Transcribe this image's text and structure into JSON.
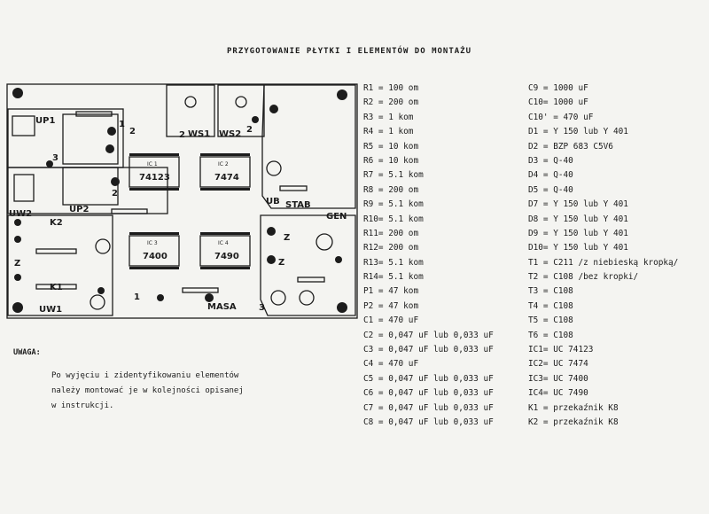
{
  "title": "PRZYGOTOWANIE PŁYTKI I ELEMENTÓW DO MONTAŻU",
  "parts_left": [
    "R1  = 100 om",
    "R2  = 200 om",
    "R3  =   1 kom",
    "R4  =   1 kom",
    "R5  =  10 kom",
    "R6  =  10 kom",
    "R7  = 5.1 kom",
    "R8  = 200 om",
    "R9  = 5.1 kom",
    "R10= 5.1 kom",
    "R11= 200 om",
    "R12= 200 om",
    "R13= 5.1 kom",
    "R14= 5.1 kom",
    "P1  =  47 kom",
    "P2  =  47 kom",
    "C1  = 470 uF",
    "C2  = 0,047 uF lub 0,033 uF",
    "C3  = 0,047 uF lub 0,033 uF",
    "C4  = 470 uF",
    "C5  = 0,047 uF lub 0,033 uF",
    "C6  = 0,047 uF lub 0,033 uF",
    "C7  = 0,047 uF lub 0,033 uF",
    "C8  = 0,047 uF lub 0,033 uF"
  ],
  "parts_right": [
    "C9  = 1000 uF",
    "C10= 1000 uF",
    "C10' = 470 uF",
    "D1  = Y 150 lub Y 401",
    "D2  = BZP 683 C5V6",
    "D3  = Q-40",
    "D4  = Q-40",
    "D5  = Q-40",
    "D7  = Y 150 lub Y 401",
    "D8  = Y 150 lub Y 401",
    "D9  = Y 150 lub Y 401",
    "D10= Y 150 lub Y 401",
    "T1  = C211 /z niebieską kropką/",
    "T2  = C108 /bez kropki/",
    "T3  = C108",
    "T4  = C108",
    "T5  = C108",
    "T6  = C108",
    "IC1= UC 74123",
    "IC2= UC 7474",
    "IC3= UC 7400",
    "IC4= UC 7490",
    "K1  = przekaźnik K8",
    "K2  = przekaźnik K8"
  ],
  "note": {
    "heading": "UWAGA:",
    "lines": [
      "Po wyjęciu i zidentyfikowaniu elementów",
      "należy montować je w kolejności opisanej",
      "w instrukcji."
    ]
  },
  "pcb": {
    "labels": {
      "up1": "UP1",
      "up2": "UP2",
      "uw1": "UW1",
      "uw2": "UW2",
      "ws1": "WS1",
      "ws2": "WS2",
      "ub": "UB",
      "stab": "STAB",
      "gen": "GEN",
      "masa": "MASA",
      "k1": "K1",
      "k2": "K2"
    },
    "ic_labels": {
      "ic1_name": "IC 1",
      "ic1_part": "74123",
      "ic2_name": "IC 2",
      "ic2_part": "7474",
      "ic3_name": "IC 3",
      "ic3_part": "7400",
      "ic4_name": "IC 4",
      "ic4_part": "7490"
    },
    "pins": {
      "p1": "1",
      "p2": "2",
      "p3": "3",
      "pz": "Z"
    }
  }
}
